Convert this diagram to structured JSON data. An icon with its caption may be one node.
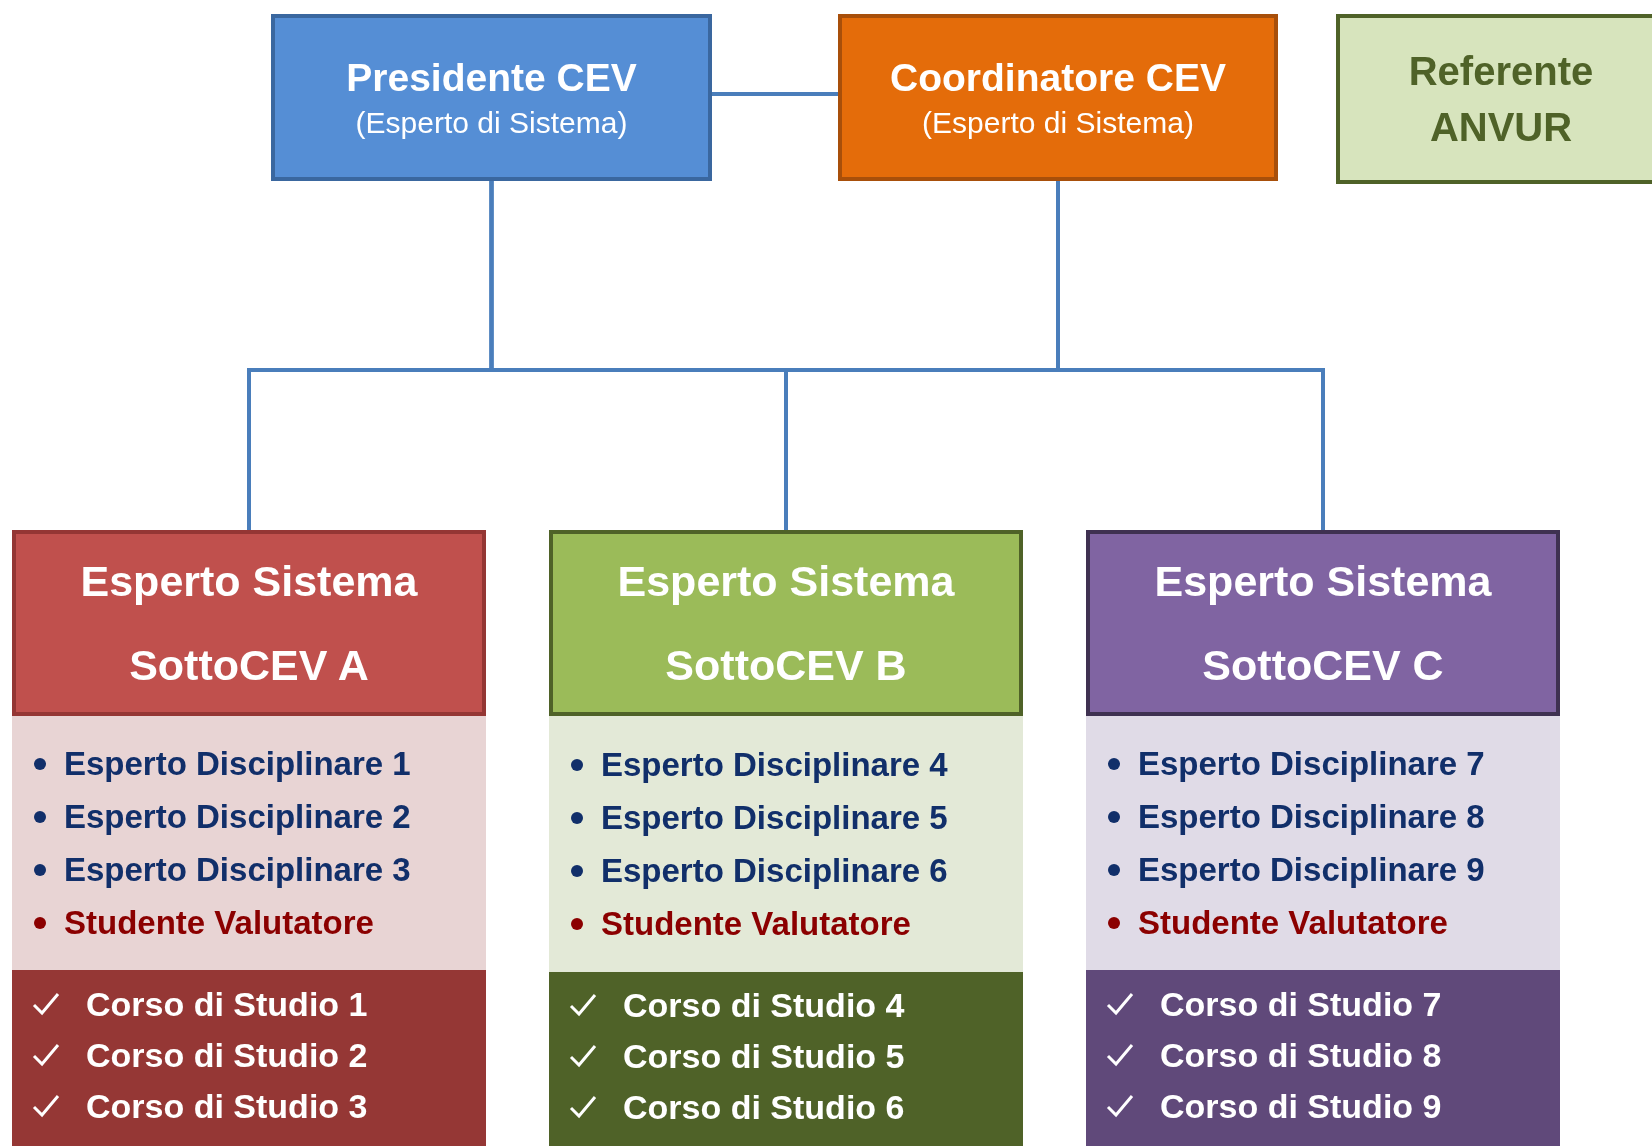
{
  "diagram": {
    "nodes": [
      {
        "text": [
          "Presidente CEV",
          "(Esperto di Sistema)"
        ]
      },
      {
        "text": [
          "Coordinatore CEV",
          "(Esperto di Sistema)"
        ]
      },
      {
        "text": [
          "Referente ANVUR"
        ]
      },
      {
        "text": [
          "Esperto Sistema SottoCEV A"
        ]
      },
      {
        "text": [
          "Esperto Disciplinare 1",
          "Esperto Disciplinare 2",
          "Esperto Disciplinare 3",
          "Studente Valutatore"
        ]
      },
      {
        "text": [
          "Corso di Studio 1",
          "Corso di Studio 2",
          "Corso di Studio 3"
        ]
      },
      {
        "text": [
          "Esperto Sistema SottoCEV B"
        ]
      },
      {
        "text": [
          "Esperto Disciplinare 4",
          "Esperto Disciplinare 5",
          "Esperto Disciplinare 6",
          "Studente Valutatore"
        ]
      },
      {
        "text": [
          "Corso di Studio 4",
          "Corso di Studio 5",
          "Corso di Studio 6"
        ]
      },
      {
        "text": [
          "Esperto Sistema SottoCEV C"
        ]
      },
      {
        "text": [
          "Esperto Disciplinare 7",
          "Esperto Disciplinare 8",
          "Esperto Disciplinare 9",
          "Studente Valutatore"
        ]
      },
      {
        "text": [
          "Corso di Studio 7",
          "Corso di Studio 8",
          "Corso di Studio 9"
        ]
      }
    ],
    "edges": [
      {
        "from": 0,
        "to": 1,
        "arrow": "none"
      },
      {
        "from": 0,
        "to": 3,
        "arrow": "none"
      },
      {
        "from": 0,
        "to": 6,
        "arrow": "none"
      },
      {
        "from": 0,
        "to": 9,
        "arrow": "none"
      },
      {
        "from": 1,
        "to": 3,
        "arrow": "none"
      },
      {
        "from": 1,
        "to": 6,
        "arrow": "none"
      },
      {
        "from": 1,
        "to": 9,
        "arrow": "none"
      }
    ]
  }
}
